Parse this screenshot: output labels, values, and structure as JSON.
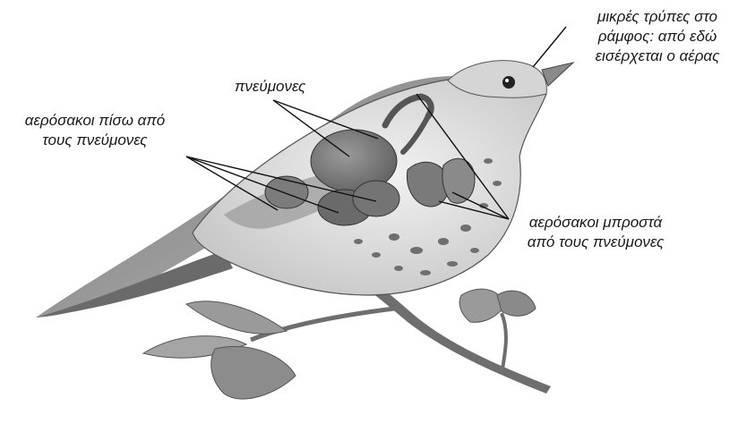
{
  "labels": {
    "nostrils": [
      "μικρές τρύπες στο",
      "ράμφος: από εδώ",
      "εισέρχεται ο αέρας"
    ],
    "lungs": "πνεύμονες",
    "posterior_air_sacs": [
      "αερόσακοι πίσω από",
      "τους πνεύμονες"
    ],
    "anterior_air_sacs": [
      "αερόσακοι μπροστά",
      "από τους πνεύμονες"
    ]
  },
  "colors": {
    "leader_line": "#111111",
    "bird_body": "#c9c9c9",
    "bird_back": "#8f8f8f",
    "organs": "#7a7a7a"
  }
}
